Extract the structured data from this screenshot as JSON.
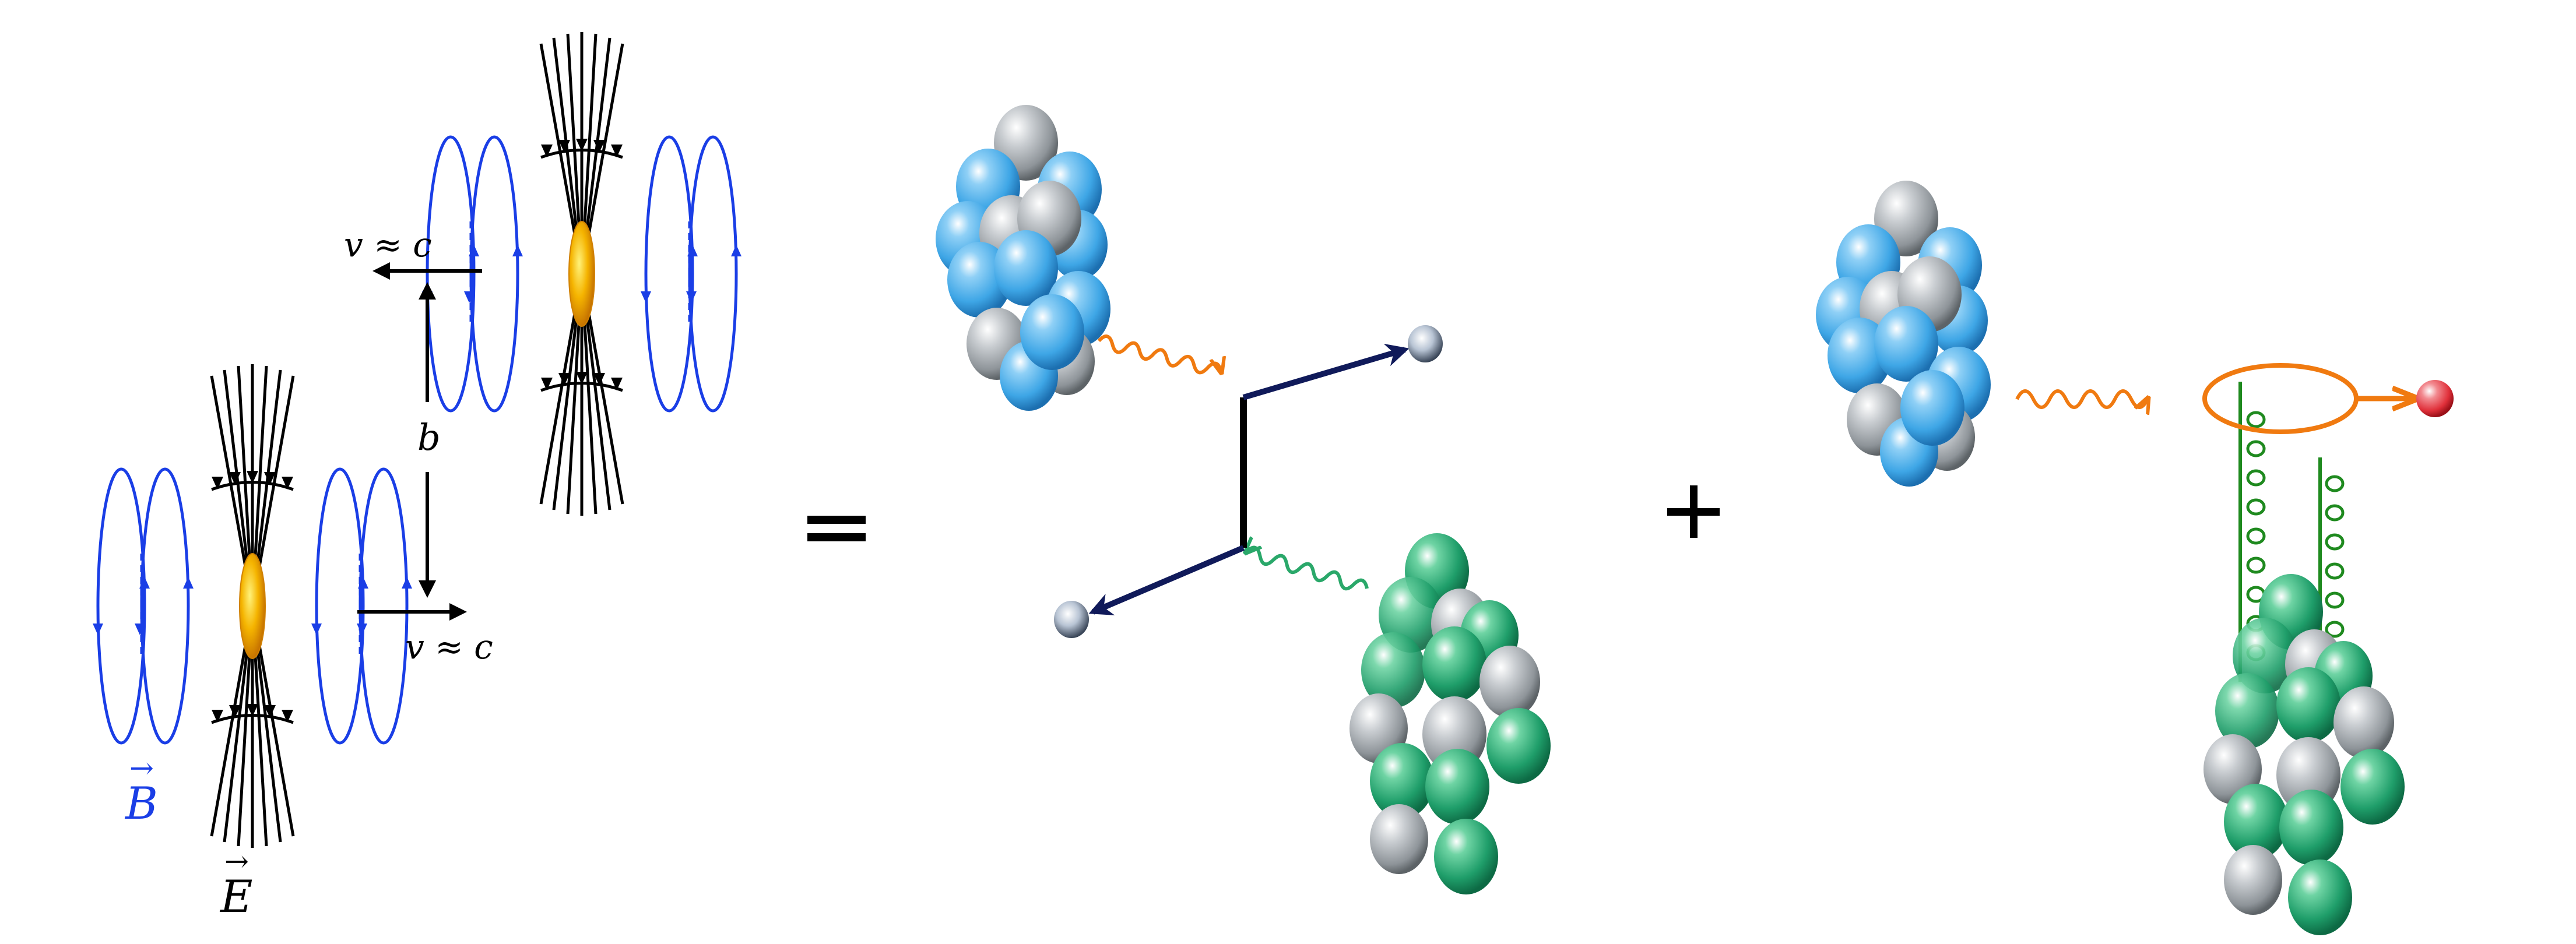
{
  "figure": {
    "caption_fragment_cut_off_top": "",
    "left_panel": {
      "velocity_label_top": "v ≈ c",
      "velocity_label_bottom": "v ≈ c",
      "impact_parameter_label": "b",
      "magnetic_field_label": "B",
      "electric_field_label": "E",
      "vector_arrow": "→"
    },
    "operators": {
      "equals": "=",
      "plus": "+"
    },
    "middle_panel": {
      "description": "Photon-photon fusion into lepton pair (γγ → l⁺l⁻)",
      "photon_top": "photon from upper nucleus",
      "photon_bottom": "photon from lower nucleus"
    },
    "right_panel": {
      "description": "Photon-pomeron (two-gluon exchange) production of a vector meson"
    }
  },
  "colors": {
    "magnetic_field": "#1a3ee6",
    "electric_field": "#000000",
    "nucleus_core": "#f2a900",
    "nucleon_blue": "#3ea6e6",
    "nucleon_green": "#1f9e6a",
    "nucleon_gray": "#a4a9ae",
    "photon_orange": "#f07a10",
    "photon_green": "#2aa86a",
    "gluon_green": "#1f8a1f",
    "lepton_line": "#101a5a",
    "meson_red": "#e0303a",
    "text": "#000000",
    "label_blue": "#1a3ee6"
  }
}
